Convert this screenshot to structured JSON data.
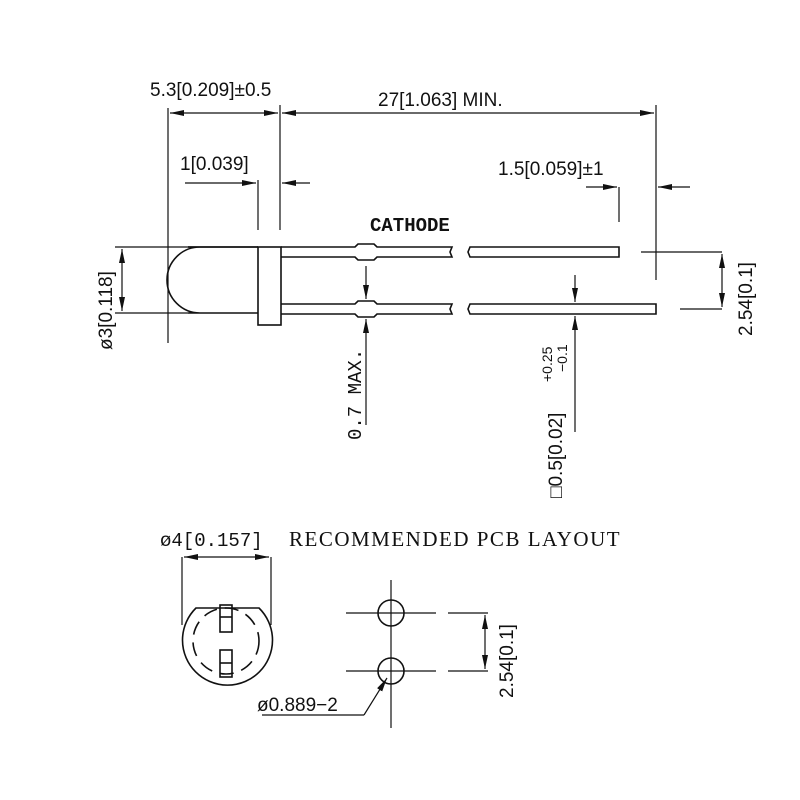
{
  "side_view": {
    "dim_body_length": "5.3[0.209]±0.5",
    "dim_lead_length": "27[1.063] MIN.",
    "dim_flange": "1[0.039]",
    "dim_lead_offset": "1.5[0.059]±1",
    "cathode_label": "CATHODE",
    "dim_diameter": "ø3[0.118]",
    "dim_lead_pitch": "2.54[0.1]",
    "dim_standoff": "0.7 MAX.",
    "dim_lead_square": "□0.5[0.02]",
    "dim_lead_tol_plus": "+0.25",
    "dim_lead_tol_minus": "−0.1"
  },
  "bottom_view": {
    "dim_flange_diameter": "ø4[0.157]",
    "pcb_title": "RECOMMENDED PCB LAYOUT",
    "dim_hole": "ø0.889−2",
    "dim_hole_pitch": "2.54[0.1]"
  }
}
